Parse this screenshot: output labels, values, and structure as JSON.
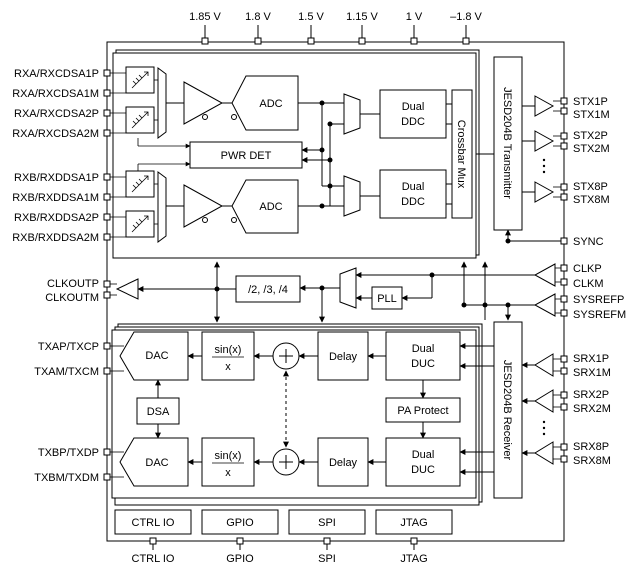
{
  "supplies": [
    "1.85 V",
    "1.8 V",
    "1.5 V",
    "1.15 V",
    "1 V",
    "–1.8 V"
  ],
  "left_pins": {
    "rxa": [
      "RXA/RXCDSA1P",
      "RXA/RXCDSA1M",
      "RXA/RXCDSA2P",
      "RXA/RXCDSA2M"
    ],
    "rxb": [
      "RXB/RXDDSA1P",
      "RXB/RXDDSA1M",
      "RXB/RXDDSA2P",
      "RXB/RXDDSA2M"
    ],
    "clkout": [
      "CLKOUTP",
      "CLKOUTM"
    ],
    "tx": [
      "TXAP/TXCP",
      "TXAM/TXCM",
      "TXBP/TXDP",
      "TXBM/TXDM"
    ]
  },
  "right_pins": {
    "stx": [
      "STX1P",
      "STX1M",
      "STX2P",
      "STX2M",
      "STX8P",
      "STX8M"
    ],
    "sync": "SYNC",
    "clk": [
      "CLKP",
      "CLKM"
    ],
    "sysref": [
      "SYSREFP",
      "SYSREFM"
    ],
    "srx": [
      "SRX1P",
      "SRX1M",
      "SRX2P",
      "SRX2M",
      "SRX8P",
      "SRX8M"
    ]
  },
  "blocks": {
    "adc_top": "ADC",
    "adc_bottom": "ADC",
    "pwr_det": "PWR DET",
    "dual_ddc_top": "Dual",
    "dual_ddc_top_2": "DDC",
    "dual_ddc_bottom": "Dual",
    "dual_ddc_bottom_2": "DDC",
    "crossbar_mux": "Crossbar Mux",
    "jesd_tx": "JESD204B Transmitter",
    "jesd_rx": "JESD204B Receiver",
    "divider": "/2, /3, /4",
    "pll": "PLL",
    "dac_top": "DAC",
    "dac_bottom": "DAC",
    "dsa": "DSA",
    "sinx_num": "sin(x)",
    "sinx_den": "x",
    "delay": "Delay",
    "dual_duc": "Dual",
    "dual_duc_2": "DUC",
    "pa_protect": "PA Protect"
  },
  "bottom_blocks": [
    "CTRL IO",
    "GPIO",
    "SPI",
    "JTAG"
  ],
  "bottom_pins": [
    "CTRL IO",
    "GPIO",
    "SPI",
    "JTAG"
  ]
}
